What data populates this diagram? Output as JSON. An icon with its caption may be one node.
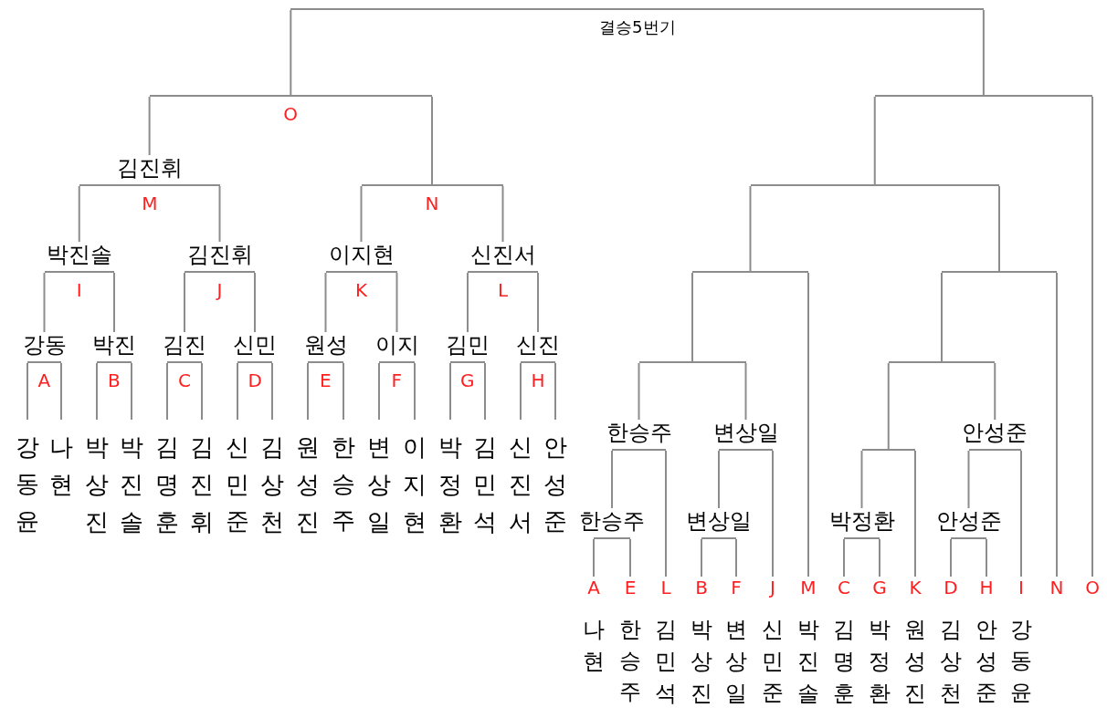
{
  "diagram": {
    "nodes": [
      {
        "text": [],
        "shape": "bar",
        "beside": [
          "결승5번기"
        ]
      },
      {
        "text": [],
        "shape": "bar",
        "beside": [
          "O"
        ]
      },
      {
        "text": [
          "김진휘"
        ],
        "beside": [
          "M"
        ]
      },
      {
        "text": [],
        "shape": "bar",
        "beside": [
          "N"
        ]
      },
      {
        "text": [
          "박진솔"
        ],
        "beside": [
          "I"
        ]
      },
      {
        "text": [
          "김진휘"
        ],
        "beside": [
          "J"
        ]
      },
      {
        "text": [
          "이지현"
        ],
        "beside": [
          "K"
        ]
      },
      {
        "text": [
          "신진서"
        ],
        "beside": [
          "L"
        ]
      },
      {
        "text": [
          "강동"
        ],
        "beside": [
          "A"
        ]
      },
      {
        "text": [
          "박진"
        ],
        "beside": [
          "B"
        ]
      },
      {
        "text": [
          "김진"
        ],
        "beside": [
          "C"
        ]
      },
      {
        "text": [
          "신민"
        ],
        "beside": [
          "D"
        ]
      },
      {
        "text": [
          "원성"
        ],
        "beside": [
          "E"
        ]
      },
      {
        "text": [
          "이지"
        ],
        "beside": [
          "F"
        ]
      },
      {
        "text": [
          "김민"
        ],
        "beside": [
          "G"
        ]
      },
      {
        "text": [
          "신진"
        ],
        "beside": [
          "H"
        ]
      },
      {
        "text": [
          "강동윤"
        ]
      },
      {
        "text": [
          "나현"
        ]
      },
      {
        "text": [
          "박상진"
        ]
      },
      {
        "text": [
          "박진솔"
        ]
      },
      {
        "text": [
          "김명훈"
        ]
      },
      {
        "text": [
          "김진휘"
        ]
      },
      {
        "text": [
          "신민준"
        ]
      },
      {
        "text": [
          "김상천"
        ]
      },
      {
        "text": [
          "원성진"
        ]
      },
      {
        "text": [
          "한승주"
        ]
      },
      {
        "text": [
          "변상일"
        ]
      },
      {
        "text": [
          "이지현"
        ]
      },
      {
        "text": [
          "박정환"
        ]
      },
      {
        "text": [
          "김민석"
        ]
      },
      {
        "text": [
          "신진서"
        ]
      },
      {
        "text": [
          "안성준"
        ]
      },
      {
        "text": [],
        "shape": "bar"
      },
      {
        "text": [],
        "shape": "bar"
      },
      {
        "text": [],
        "shape": "bar"
      },
      {
        "text": [],
        "shape": "bar"
      },
      {
        "text": [],
        "shape": "bar"
      },
      {
        "text": [],
        "shape": "bar"
      },
      {
        "text": [
          "한승주"
        ]
      },
      {
        "text": [
          "변상일"
        ]
      },
      {
        "text": [],
        "shape": "bar"
      },
      {
        "text": [
          "안성준"
        ]
      },
      {
        "text": [
          "한승주"
        ]
      },
      {
        "text": [
          "변상일"
        ]
      },
      {
        "text": [
          "박정환"
        ]
      },
      {
        "text": [
          "안성준"
        ]
      },
      {
        "text": [
          "A",
          "나현"
        ]
      },
      {
        "text": [
          "E",
          "한승주"
        ]
      },
      {
        "text": [
          "L",
          "김민석"
        ]
      },
      {
        "text": [
          "B",
          "박상진"
        ]
      },
      {
        "text": [
          "F",
          "변상일"
        ]
      },
      {
        "text": [
          "J",
          "신민준"
        ]
      },
      {
        "text": [
          "M",
          "박진솔"
        ]
      },
      {
        "text": [
          "C",
          "김명훈"
        ]
      },
      {
        "text": [
          "G",
          "박정환"
        ]
      },
      {
        "text": [
          "K",
          "원성진"
        ]
      },
      {
        "text": [
          "D",
          "김상천"
        ]
      },
      {
        "text": [
          "H",
          "안성준"
        ]
      },
      {
        "text": [
          "I",
          "강동윤"
        ]
      },
      {
        "text": [
          "N"
        ]
      },
      {
        "text": [
          "O"
        ]
      }
    ],
    "edges": [
      {
        "from": 1,
        "to": 0,
        "arrow": "none"
      },
      {
        "from": 32,
        "to": 0,
        "arrow": "none"
      },
      {
        "from": 2,
        "to": 1,
        "arrow": "none"
      },
      {
        "from": 3,
        "to": 1,
        "arrow": "none"
      },
      {
        "from": 4,
        "to": 2,
        "arrow": "none"
      },
      {
        "from": 5,
        "to": 2,
        "arrow": "none"
      },
      {
        "from": 6,
        "to": 3,
        "arrow": "none"
      },
      {
        "from": 7,
        "to": 3,
        "arrow": "none"
      },
      {
        "from": 8,
        "to": 4,
        "arrow": "none"
      },
      {
        "from": 9,
        "to": 4,
        "arrow": "none"
      },
      {
        "from": 10,
        "to": 5,
        "arrow": "none"
      },
      {
        "from": 11,
        "to": 5,
        "arrow": "none"
      },
      {
        "from": 12,
        "to": 6,
        "arrow": "none"
      },
      {
        "from": 13,
        "to": 6,
        "arrow": "none"
      },
      {
        "from": 14,
        "to": 7,
        "arrow": "none"
      },
      {
        "from": 15,
        "to": 7,
        "arrow": "none"
      },
      {
        "from": 16,
        "to": 8,
        "arrow": "none"
      },
      {
        "from": 17,
        "to": 8,
        "arrow": "none"
      },
      {
        "from": 18,
        "to": 9,
        "arrow": "none"
      },
      {
        "from": 19,
        "to": 9,
        "arrow": "none"
      },
      {
        "from": 20,
        "to": 10,
        "arrow": "none"
      },
      {
        "from": 21,
        "to": 10,
        "arrow": "none"
      },
      {
        "from": 22,
        "to": 11,
        "arrow": "none"
      },
      {
        "from": 23,
        "to": 11,
        "arrow": "none"
      },
      {
        "from": 24,
        "to": 12,
        "arrow": "none"
      },
      {
        "from": 25,
        "to": 12,
        "arrow": "none"
      },
      {
        "from": 26,
        "to": 13,
        "arrow": "none"
      },
      {
        "from": 27,
        "to": 13,
        "arrow": "none"
      },
      {
        "from": 28,
        "to": 14,
        "arrow": "none"
      },
      {
        "from": 29,
        "to": 14,
        "arrow": "none"
      },
      {
        "from": 30,
        "to": 15,
        "arrow": "none"
      },
      {
        "from": 31,
        "to": 15,
        "arrow": "none"
      },
      {
        "from": 33,
        "to": 32,
        "arrow": "none"
      },
      {
        "from": 60,
        "to": 32,
        "arrow": "none"
      },
      {
        "from": 34,
        "to": 33,
        "arrow": "none"
      },
      {
        "from": 35,
        "to": 33,
        "arrow": "none"
      },
      {
        "from": 36,
        "to": 34,
        "arrow": "none"
      },
      {
        "from": 52,
        "to": 34,
        "arrow": "none"
      },
      {
        "from": 37,
        "to": 35,
        "arrow": "none"
      },
      {
        "from": 59,
        "to": 35,
        "arrow": "none"
      },
      {
        "from": 38,
        "to": 36,
        "arrow": "none"
      },
      {
        "from": 39,
        "to": 36,
        "arrow": "none"
      },
      {
        "from": 40,
        "to": 37,
        "arrow": "none"
      },
      {
        "from": 41,
        "to": 37,
        "arrow": "none"
      },
      {
        "from": 42,
        "to": 38,
        "arrow": "none"
      },
      {
        "from": 48,
        "to": 38,
        "arrow": "none"
      },
      {
        "from": 43,
        "to": 39,
        "arrow": "none"
      },
      {
        "from": 51,
        "to": 39,
        "arrow": "none"
      },
      {
        "from": 44,
        "to": 40,
        "arrow": "none"
      },
      {
        "from": 55,
        "to": 40,
        "arrow": "none"
      },
      {
        "from": 45,
        "to": 41,
        "arrow": "none"
      },
      {
        "from": 58,
        "to": 41,
        "arrow": "none"
      },
      {
        "from": 46,
        "to": 42,
        "arrow": "none"
      },
      {
        "from": 47,
        "to": 42,
        "arrow": "none"
      },
      {
        "from": 49,
        "to": 43,
        "arrow": "none"
      },
      {
        "from": 50,
        "to": 43,
        "arrow": "none"
      },
      {
        "from": 53,
        "to": 44,
        "arrow": "none"
      },
      {
        "from": 54,
        "to": 44,
        "arrow": "none"
      },
      {
        "from": 56,
        "to": 45,
        "arrow": "none"
      },
      {
        "from": 57,
        "to": 45,
        "arrow": "none"
      }
    ]
  }
}
